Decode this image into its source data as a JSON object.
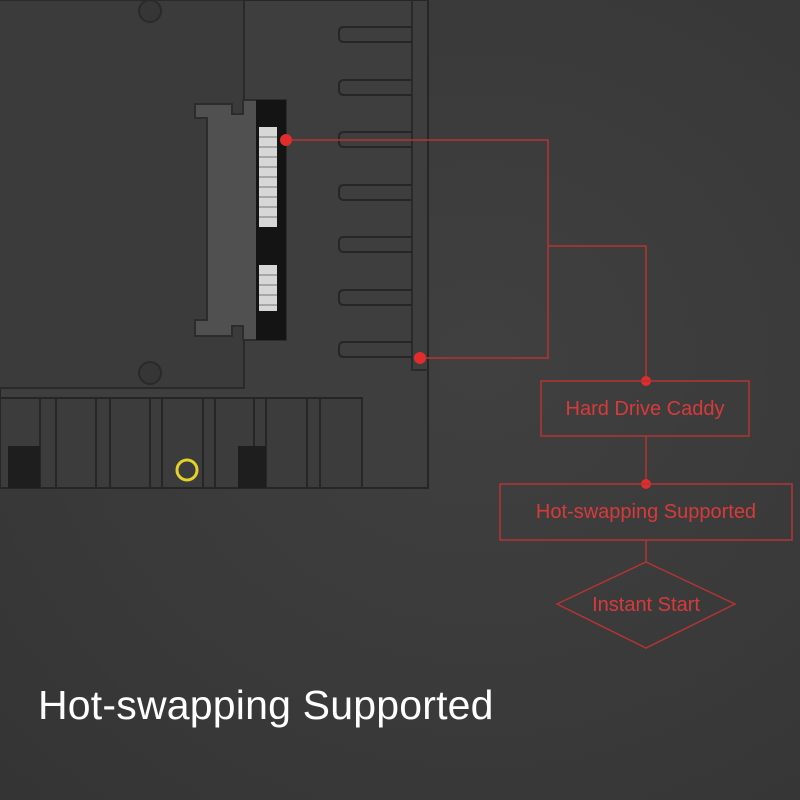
{
  "headline": "Hot-swapping Supported",
  "flow": {
    "step1": "Hard Drive Caddy",
    "step2": "Hot-swapping Supported",
    "step3": "Instant Start"
  },
  "colors": {
    "background": "#3a3a3a",
    "caddy_body": "#3e3e3e",
    "caddy_outline": "#262626",
    "connector": "#4f4f4f",
    "accent_red": "#d83a3a",
    "indicator_yellow": "#e3d22a",
    "headline_text": "#ffffff"
  }
}
